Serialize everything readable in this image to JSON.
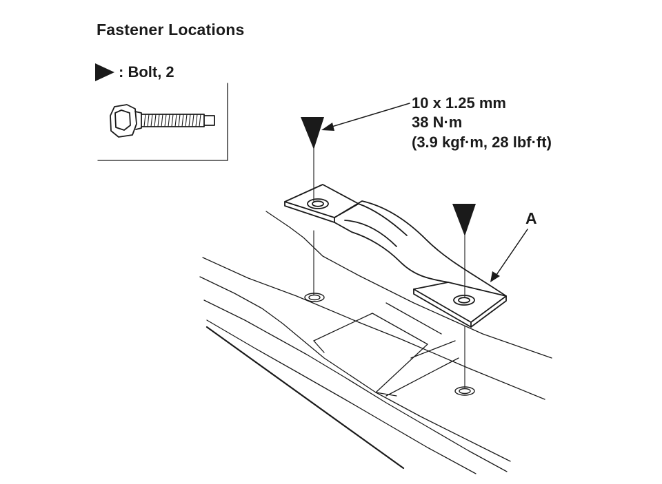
{
  "heading": "Fastener Locations",
  "legend": {
    "symbol": "triangle-marker-icon",
    "text": ": Bolt, 2"
  },
  "torque_spec": {
    "size": "10 x 1.25 mm",
    "torque": "38 N·m",
    "alt_units": "(3.9 kgf·m, 28 lbf·ft)"
  },
  "part_callout": "A",
  "colors": {
    "ink": "#1a1a1a",
    "paper": "#ffffff"
  }
}
